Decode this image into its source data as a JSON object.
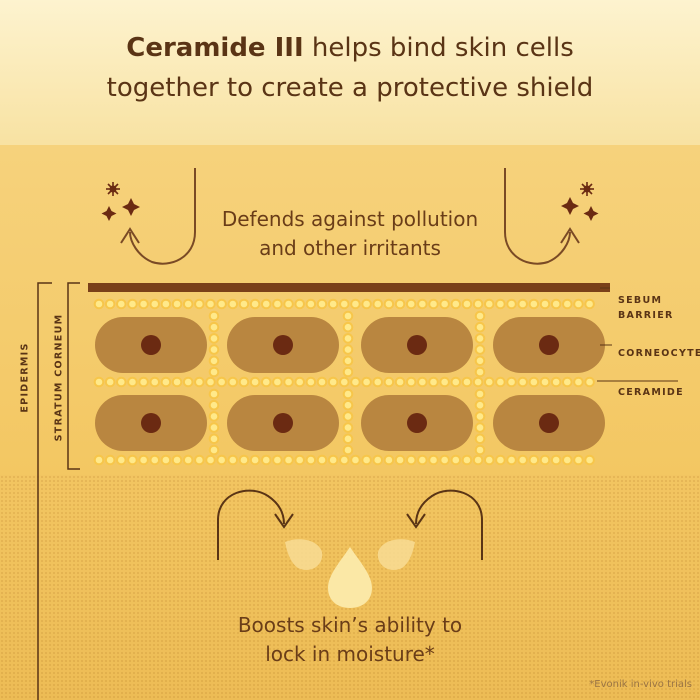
{
  "title": {
    "line1_bold": "Ceramide III",
    "line1_rest": " helps bind skin cells",
    "line2": "together to create a protective shield"
  },
  "captions": {
    "top_line1": "Defends against pollution",
    "top_line2": "and other irritants",
    "bottom_line1": "Boosts skin’s ability to",
    "bottom_line2": "lock in moisture*"
  },
  "labels": {
    "sebum": [
      "SEBUM",
      "BARRIER"
    ],
    "corneocyte": "CORNEOCYTE",
    "ceramide": "CERAMIDE",
    "epidermis": "EPIDERMIS",
    "stratum": "STRATUM CORNEUM"
  },
  "footnote": "*Evonik in-vivo trials",
  "colors": {
    "text": "#5a3415",
    "sebum": "#7a4019",
    "cell": "#b98640",
    "nucleus": "#6b2a12",
    "ceramide": "#ffe98a"
  },
  "icons": [
    "pollutant-particle-icon",
    "curved-arrow-icon",
    "water-droplet-icon"
  ]
}
